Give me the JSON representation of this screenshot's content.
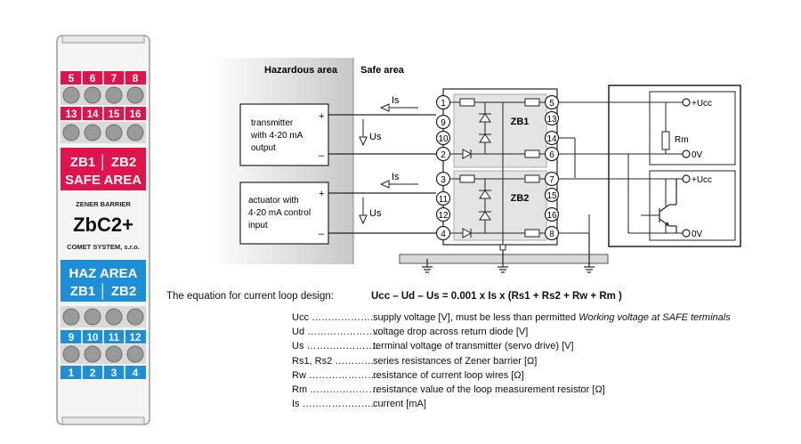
{
  "module": {
    "top_terminals_1": [
      "5",
      "6",
      "7",
      "8"
    ],
    "top_terminals_2": [
      "13",
      "14",
      "15",
      "16"
    ],
    "safe_label_1": "ZB1 │ ZB2",
    "safe_label_2": "SAFE AREA",
    "zener_barrier": "ZENER BARRIER",
    "model": "ZbC2+",
    "manufacturer": "COMET SYSTEM, s.r.o.",
    "haz_label_1": "HAZ AREA",
    "haz_label_2": "ZB1 │ ZB2",
    "bottom_terminals_1": [
      "9",
      "10",
      "11",
      "12"
    ],
    "bottom_terminals_2": [
      "1",
      "2",
      "3",
      "4"
    ],
    "colors": {
      "red": "#e0144c",
      "blue": "#1e8fd6",
      "grey": "#dcdcdc"
    }
  },
  "schematic": {
    "hazardous_area": "Hazardous area",
    "safe_area": "Safe area",
    "transmitter_lines": [
      "transmitter",
      "with 4-20 mA",
      "output"
    ],
    "actuator_lines": [
      "actuator with",
      "4-20 mA control",
      "input"
    ],
    "plus": "+",
    "minus": "–",
    "is_label": "Is",
    "us_label": "Us",
    "zb1": "ZB1",
    "zb2": "ZB2",
    "left_terminals": [
      "9",
      "10",
      "2",
      "3",
      "11",
      "12",
      "4"
    ],
    "first_terminal": "1",
    "right_terminals": [
      "5",
      "13",
      "14",
      "6",
      "7",
      "15",
      "16",
      "8"
    ],
    "ucc": "+Ucc",
    "zero_v": "0V",
    "rm": "Rm"
  },
  "equation": {
    "label": "The equation for current loop design:",
    "formula": "Ucc – Ud – Us = 0.001 x Is x (Rs1 + Rs2 + Rw + Rm )"
  },
  "legend": [
    {
      "key": "Ucc ………………..",
      "desc": "supply voltage [V], must be less than permitted ",
      "desc_italic": "Working voltage at SAFE terminals"
    },
    {
      "key": "Ud …………………..",
      "desc": "voltage drop across return diode [V]",
      "desc_italic": ""
    },
    {
      "key": "Us …………………..",
      "desc": "terminal voltage of transmitter (servo drive) [V]",
      "desc_italic": ""
    },
    {
      "key": "Rs1, Rs2 …………",
      "desc": "series resistances of Zener barrier [Ω]",
      "desc_italic": ""
    },
    {
      "key": "Rw ………………….",
      "desc": "resistance of current loop wires [Ω]",
      "desc_italic": ""
    },
    {
      "key": "Rm …………………",
      "desc": "resistance value of the loop measurement resistor [Ω]",
      "desc_italic": ""
    },
    {
      "key": "Is …………………..",
      "desc": "current [mA]",
      "desc_italic": ""
    }
  ]
}
